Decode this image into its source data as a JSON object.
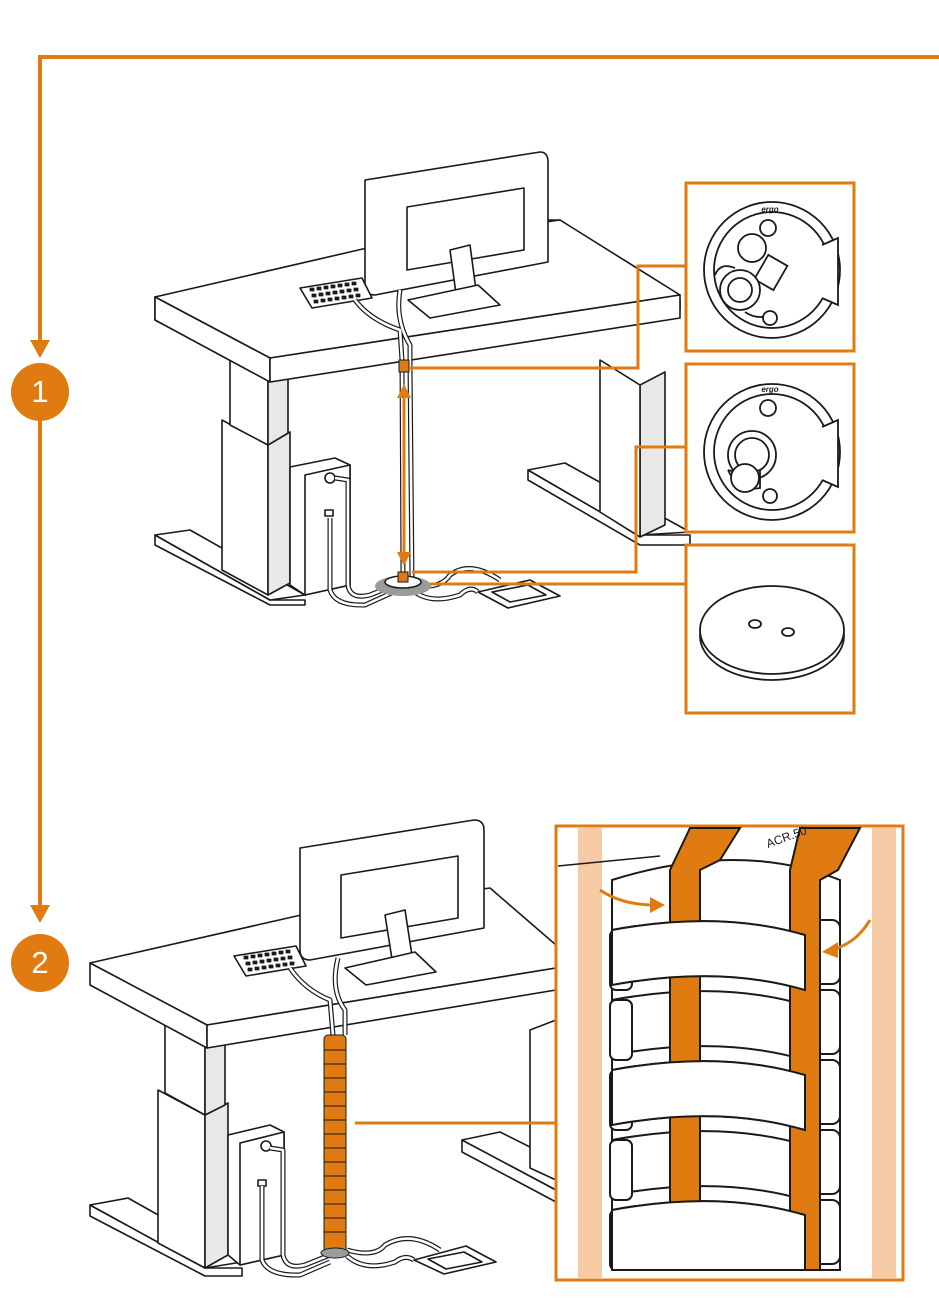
{
  "colors": {
    "accent": "#e07b12",
    "line": "#1a1a1a",
    "light_accent": "#f7cba6",
    "shadow": "#9b9b9b"
  },
  "steps": [
    {
      "number": "1"
    },
    {
      "number": "2"
    }
  ],
  "detail_labels": {
    "clip_logo": "ergo",
    "foot_label": "ACR.50"
  }
}
